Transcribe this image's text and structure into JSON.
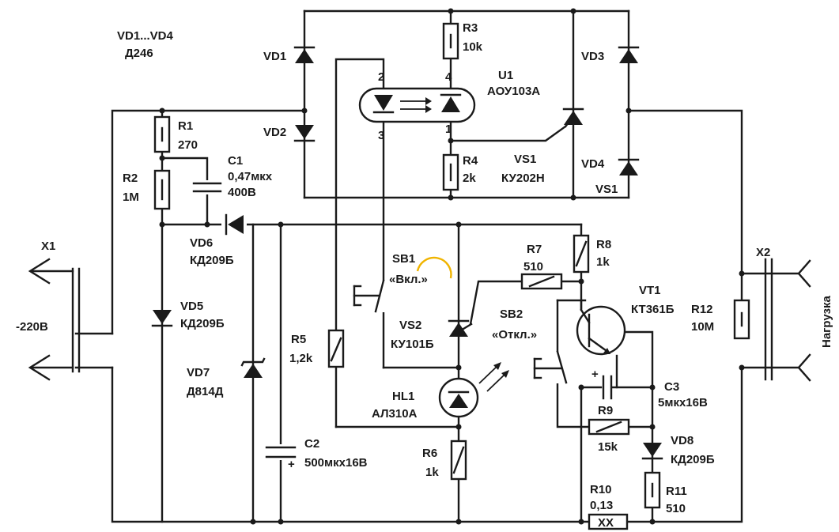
{
  "labels": {
    "vd_group": "VD1...VD4",
    "vd_group_type": "Д246",
    "vd1": "VD1",
    "vd2": "VD2",
    "vd3": "VD3",
    "vd4": "VD4",
    "r3": "R3",
    "r3_val": "10k",
    "u1": "U1",
    "u1_type": "АОУ103А",
    "pin2": "2",
    "pin4": "4",
    "pin3": "3",
    "pin1": "1",
    "r4": "R4",
    "r4_val": "2k",
    "vs1": "VS1",
    "vs1_type": "КУ202Н",
    "vs1_b": "VS1",
    "r1": "R1",
    "r1_val": "270",
    "r2": "R2",
    "r2_val": "1M",
    "c1": "C1",
    "c1_val": "0,47мкх",
    "c1_volt": "400В",
    "vd6": "VD6",
    "vd6_type": "КД209Б",
    "x1": "X1",
    "mains": "-220В",
    "vd5": "VD5",
    "vd5_type": "КД209Б",
    "vd7": "VD7",
    "vd7_type": "Д814Д",
    "sb1": "SB1",
    "sb1_action": "«Вкл.»",
    "r5": "R5",
    "r5_val": "1,2k",
    "vs2": "VS2",
    "vs2_type": "КУ101Б",
    "hl1": "HL1",
    "hl1_type": "АЛ310А",
    "c2": "C2",
    "c2_val": "500мкх16В",
    "plus": "+",
    "r6": "R6",
    "r6_val": "1k",
    "r7": "R7",
    "r7_val": "510",
    "r8": "R8",
    "r8_val": "1k",
    "sb2": "SB2",
    "sb2_action": "«Откл.»",
    "vt1": "VT1",
    "vt1_type": "КТ361Б",
    "c3": "C3",
    "c3_val": "5мкх16В",
    "r9": "R9",
    "r9_val": "15k",
    "vd8": "VD8",
    "vd8_type": "КД209Б",
    "r10": "R10",
    "r10_val": "0,13",
    "r10_mark": "XX",
    "r11": "R11",
    "r11_val": "510",
    "r12": "R12",
    "r12_val": "10M",
    "x2": "X2",
    "load": "Нагрузка"
  }
}
